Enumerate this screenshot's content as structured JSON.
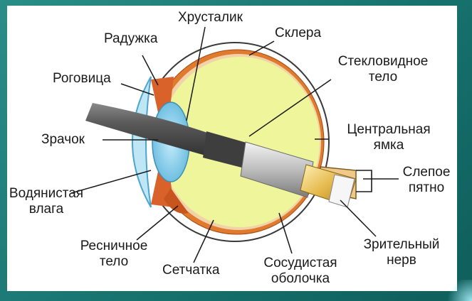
{
  "labels": {
    "lens": "Хрусталик",
    "iris": "Радужка",
    "sclera": "Склера",
    "cornea": "Роговица",
    "vitreous": "Стекловидное тело",
    "vitreous_line1": "Стекловидное",
    "vitreous_line2": "тело",
    "pupil": "Зрачок",
    "fovea_line1": "Центральная",
    "fovea_line2": "ямка",
    "blind_spot_line1": "Слепое",
    "blind_spot_line2": "пятно",
    "aqueous_line1": "Водянистая",
    "aqueous_line2": "влага",
    "ciliary_line1": "Ресничное",
    "ciliary_line2": "тело",
    "retina": "Сетчатка",
    "choroid_line1": "Сосудистая",
    "choroid_line2": "оболочка",
    "optic_nerve_line1": "Зрительный",
    "optic_nerve_line2": "нерв"
  },
  "colors": {
    "frame": "#1d7a76",
    "vitreous": "#eef59a",
    "sclera": "#ffffff",
    "choroid": "#e07a2e",
    "cornea": "#bfe6f5",
    "lens": "#8fd0ec",
    "cable": "#4a4a4a"
  }
}
